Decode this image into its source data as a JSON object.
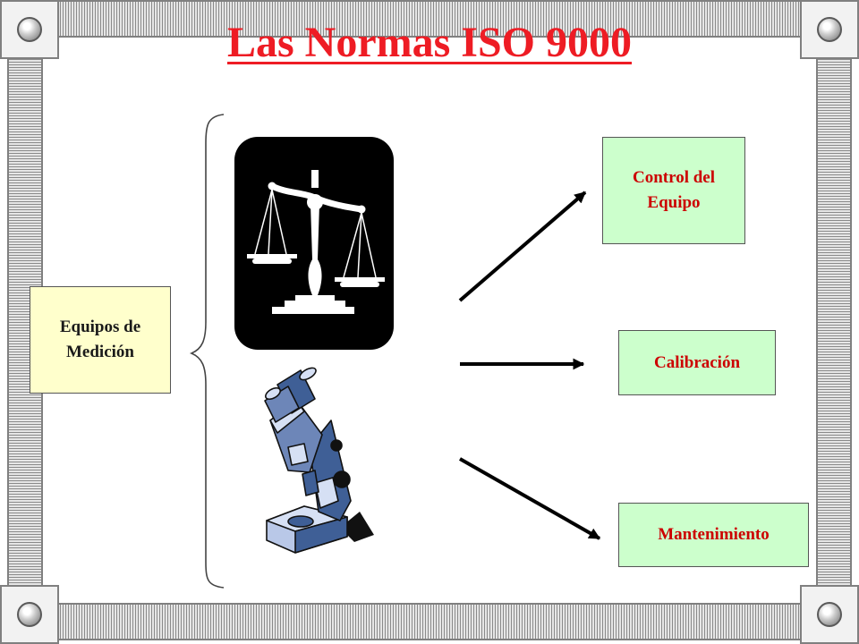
{
  "title": "Las Normas ISO 9000",
  "left_box": {
    "line1": "Equipos de",
    "line2": "Medición"
  },
  "right_boxes": [
    {
      "line1": "Control del",
      "line2": "Equipo"
    },
    {
      "line1": "Calibración",
      "line2": ""
    },
    {
      "line1": "Mantenimiento",
      "line2": ""
    }
  ],
  "icons": [
    "balance-scale-icon",
    "microscope-icon"
  ],
  "colors": {
    "title": "#ee1c24",
    "left_box_fill": "#ffffcc",
    "right_box_fill": "#ccffcc",
    "right_box_text": "#cc0000",
    "microscope": "#3f5f96"
  }
}
